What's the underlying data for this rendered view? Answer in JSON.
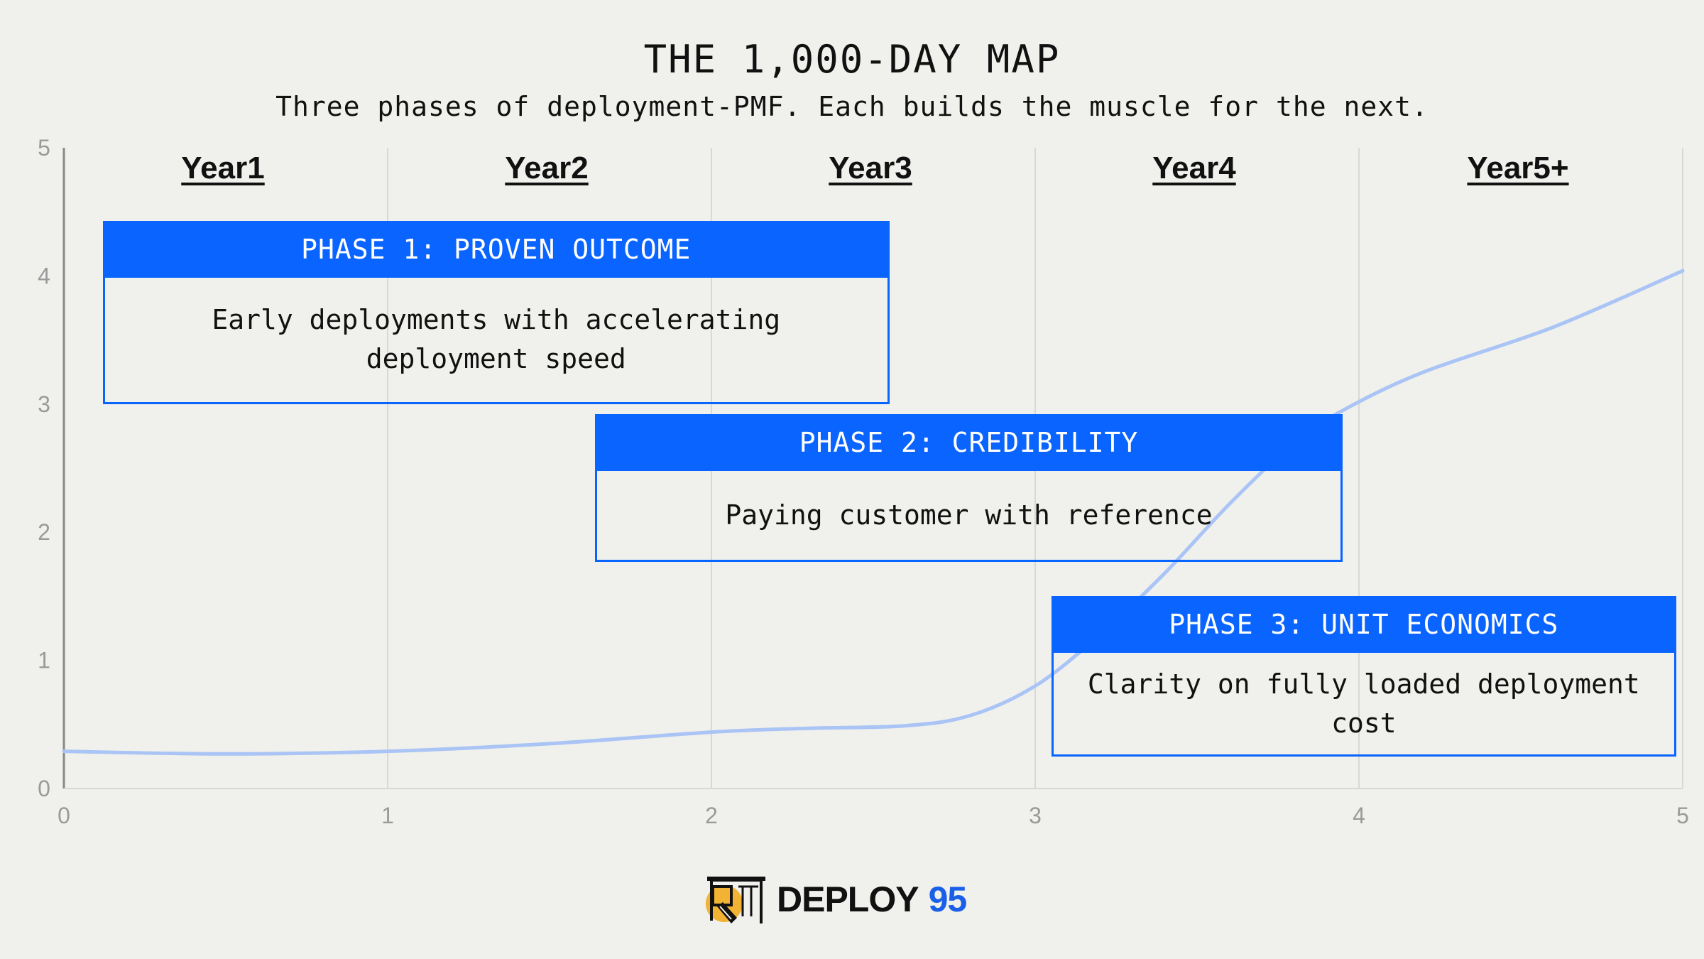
{
  "header": {
    "title": "THE 1,000-DAY MAP",
    "subtitle": "Three phases of deployment-PMF. Each builds the muscle for the next."
  },
  "chart_data": {
    "type": "line",
    "title": "THE 1,000-DAY MAP",
    "subtitle": "Three phases of deployment-PMF. Each builds the muscle for the next.",
    "xlabel": "",
    "ylabel": "",
    "xlim": [
      0,
      5
    ],
    "ylim": [
      0,
      5
    ],
    "x_ticks": [
      "0",
      "1",
      "2",
      "3",
      "4",
      "5"
    ],
    "y_ticks": [
      "0",
      "1",
      "2",
      "3",
      "4",
      "5"
    ],
    "grid": "vertical",
    "series": [
      {
        "color": "#a9c4f5",
        "points": [
          [
            0,
            0.29
          ],
          [
            0.5,
            0.27
          ],
          [
            1,
            0.29
          ],
          [
            1.5,
            0.35
          ],
          [
            2,
            0.44
          ],
          [
            2.3,
            0.47
          ],
          [
            2.6,
            0.49
          ],
          [
            2.8,
            0.57
          ],
          [
            3,
            0.8
          ],
          [
            3.2,
            1.2
          ],
          [
            3.4,
            1.68
          ],
          [
            3.6,
            2.22
          ],
          [
            3.8,
            2.7
          ],
          [
            3.95,
            2.95
          ],
          [
            4.2,
            3.25
          ],
          [
            4.6,
            3.6
          ],
          [
            5,
            4.04
          ]
        ]
      }
    ],
    "year_labels": [
      "Year1",
      "Year2",
      "Year3",
      "Year4",
      "Year5+"
    ],
    "phases": [
      {
        "title": "PHASE 1: PROVEN OUTCOME",
        "body": [
          "Early deployments with accelerating",
          "deployment speed"
        ],
        "x_start": 0.12,
        "x_end": 2.55,
        "y_top": 4.43,
        "y_bottom": 3.0
      },
      {
        "title": "PHASE 2: CREDIBILITY",
        "body": [
          "Paying customer with reference"
        ],
        "x_start": 1.64,
        "x_end": 3.95,
        "y_top": 2.92,
        "y_bottom": 1.77
      },
      {
        "title": "PHASE 3: UNIT ECONOMICS",
        "body": [
          "Clarity on fully loaded deployment",
          "cost"
        ],
        "x_start": 3.05,
        "x_end": 4.98,
        "y_top": 1.5,
        "y_bottom": 0.25
      }
    ],
    "accent": "#0a64ff"
  },
  "logo": {
    "text": "DEPLOY",
    "number": "95",
    "accent": "#1a5fe8",
    "icon": "building-crane-icon"
  }
}
